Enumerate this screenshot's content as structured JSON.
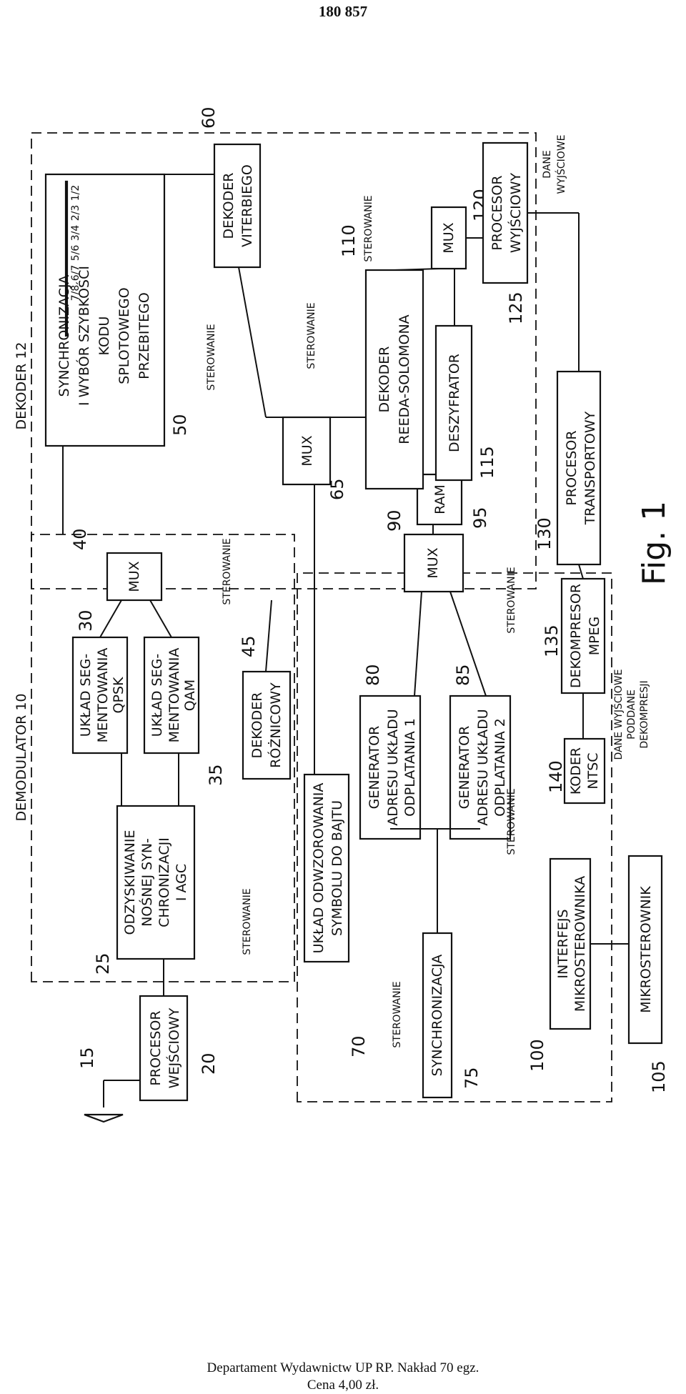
{
  "page": {
    "number": "180 857",
    "footer_line1": "Departament Wydawnictw UP RP. Nakład 70 egz.",
    "footer_line2": "Cena 4,00 zł."
  },
  "figure": {
    "caption": "Fig. 1"
  },
  "groups": {
    "demodulator": "DEMODULATOR 10",
    "dekoder": "DEKODER 12"
  },
  "blocks": {
    "antenna_ref": "15",
    "input_processor": {
      "line1": "PROCESOR",
      "line2": "WEJŚCIOWY",
      "ref": "20"
    },
    "carrier_recovery": {
      "line1": "ODZYSKIWANIE",
      "line2": "NOŚNEJ SYN-",
      "line3": "CHRONIZACJI",
      "line4": "I AGC",
      "ref": "25"
    },
    "qpsk": {
      "line1": "UKŁAD SEG-",
      "line2": "MENTOWANIA",
      "line3": "QPSK",
      "ref": "30"
    },
    "qam": {
      "line1": "UKŁAD SEG-",
      "line2": "MENTOWANIA",
      "line3": "QAM",
      "ref": "35"
    },
    "mux40": {
      "label": "MUX",
      "ref": "40"
    },
    "diff_decoder": {
      "line1": "DEKODER",
      "line2": "RÓŻNICOWY",
      "ref": "45"
    },
    "sync_rate": {
      "line1": "SYNCHRONIZACJA",
      "line2": "I WYBÓR SZYBKOŚCI",
      "line3": "KODU",
      "line4": "SPLOTOWEGO",
      "line5": "PRZEBITEGO",
      "ref": "50"
    },
    "rates": [
      "1/2",
      "2/3",
      "3/4",
      "5/6",
      "6/7",
      "7/8"
    ],
    "viterbi": {
      "line1": "DEKODER",
      "line2": "VITERBIEGO",
      "ref": "60"
    },
    "mux65": {
      "label": "MUX",
      "ref": "65"
    },
    "symbol_byte": {
      "line1": "UKŁAD ODWZOROWANIA",
      "line2": "SYMBOLU DO BAJTU",
      "ref": "70"
    },
    "sync75": {
      "label": "SYNCHRONIZACJA",
      "ref": "75"
    },
    "addr_gen1": {
      "line1": "GENERATOR",
      "line2": "ADRESU UKŁADU",
      "line3": "ODPLATANIA 1",
      "ref": "80"
    },
    "addr_gen2": {
      "line1": "GENERATOR",
      "line2": "ADRESU UKŁADU",
      "line3": "ODPLATANIA 2",
      "ref": "85"
    },
    "mux90": {
      "label": "MUX",
      "ref": "90"
    },
    "ram": {
      "label": "RAM",
      "ref": "95"
    },
    "micro_interface": {
      "line1": "INTERFEJS",
      "line2": "MIKROSTEROWNIKA",
      "ref": "100"
    },
    "microcontroller": {
      "label": "MIKROSTEROWNIK",
      "ref": "105"
    },
    "reed_solomon": {
      "line1": "DEKODER",
      "line2": "REEDA-SOLOMONA",
      "ref": "110"
    },
    "descrambler": {
      "label": "DESZYFRATOR",
      "ref": "115"
    },
    "mux120": {
      "label": "MUX",
      "ref": "120"
    },
    "output_processor": {
      "line1": "PROCESOR",
      "line2": "WYJŚCIOWY",
      "ref": "125"
    },
    "transport_processor": {
      "line1": "PROCESOR",
      "line2": "TRANSPORTOWY",
      "ref": "130"
    },
    "mpeg": {
      "line1": "DEKOMPRESOR",
      "line2": "MPEG",
      "ref": "135"
    },
    "ntsc": {
      "line1": "KODER",
      "line2": "NTSC",
      "ref": "140"
    }
  },
  "signals": {
    "control": "STEROWANIE",
    "output_data_line1": "DANE",
    "output_data_line2": "WYJŚCIOWE",
    "decompressed_line1": "DANE WYJŚCIOWE",
    "decompressed_line2": "PODDANE",
    "decompressed_line3": "DEKOMPRESJI"
  }
}
